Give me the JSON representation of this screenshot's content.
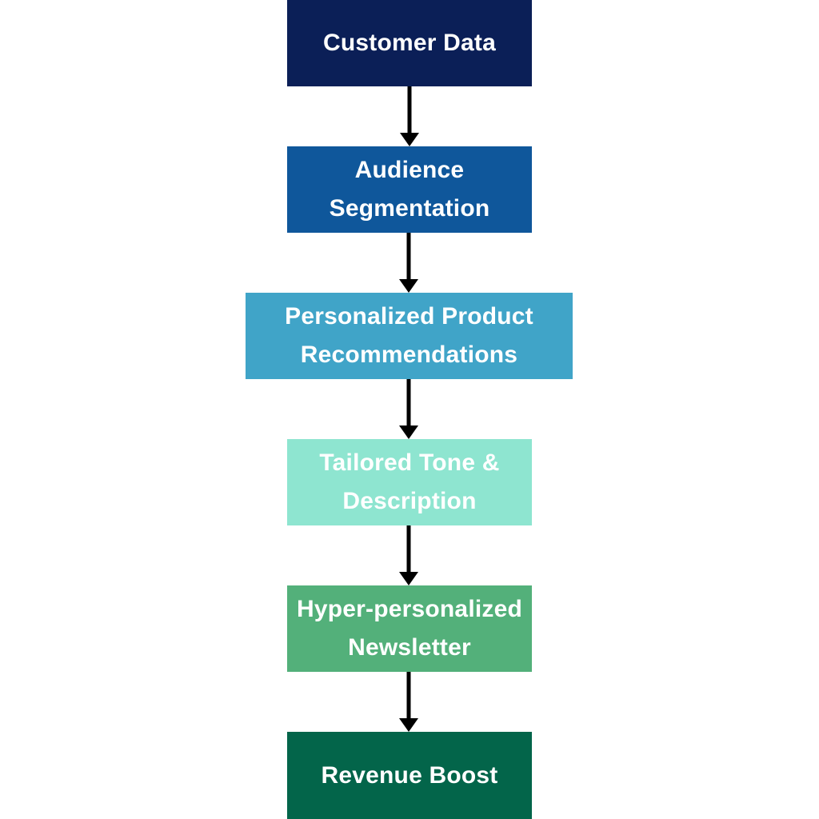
{
  "diagram": {
    "nodes": [
      {
        "label": "Customer Data",
        "color": "#0b1f57"
      },
      {
        "label": "Audience\nSegmentation",
        "color": "#0f579b"
      },
      {
        "label": "Personalized Product\nRecommendations",
        "color": "#40a4c8"
      },
      {
        "label": "Tailored Tone &\nDescription",
        "color": "#8ee5d0"
      },
      {
        "label": "Hyper-personalized\nNewsletter",
        "color": "#53b07a"
      },
      {
        "label": "Revenue Boost",
        "color": "#03654a"
      }
    ],
    "arrow_color": "#000000"
  }
}
